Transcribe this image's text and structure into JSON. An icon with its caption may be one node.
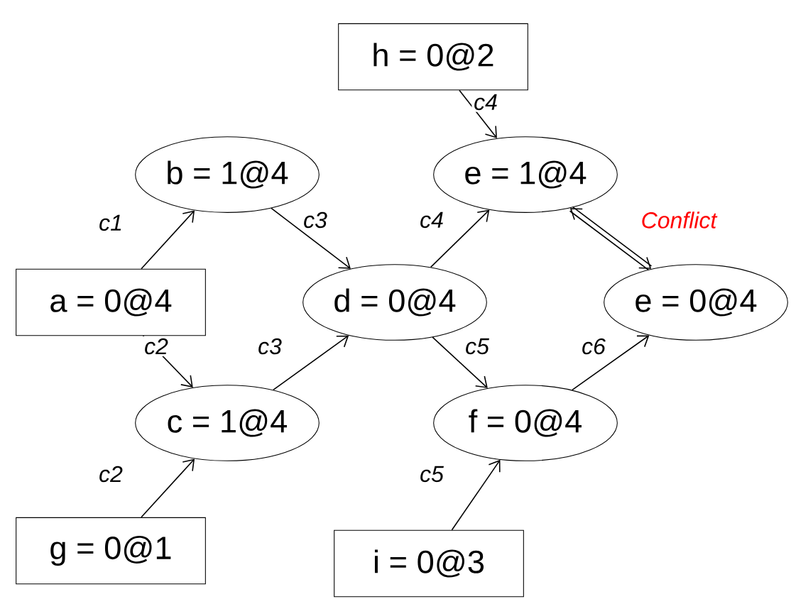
{
  "diagram": {
    "nodes": [
      {
        "text": [
          "h = 0@2"
        ]
      },
      {
        "text": [
          "b = 1@4"
        ]
      },
      {
        "text": [
          "e = 1@4"
        ]
      },
      {
        "text": [
          "a = 0@4"
        ]
      },
      {
        "text": [
          "d = 0@4"
        ]
      },
      {
        "text": [
          "e = 0@4"
        ]
      },
      {
        "text": [
          "c = 1@4"
        ]
      },
      {
        "text": [
          "f = 0@4"
        ]
      },
      {
        "text": [
          "g = 0@1"
        ]
      },
      {
        "text": [
          "i = 0@3"
        ]
      }
    ],
    "edges": [
      {
        "from": 0,
        "to": 2,
        "arrow": "to",
        "label": "c4"
      },
      {
        "from": 3,
        "to": 1,
        "arrow": "to",
        "label": "c1"
      },
      {
        "from": 1,
        "to": 4,
        "arrow": "to",
        "label": "c3"
      },
      {
        "from": 4,
        "to": 2,
        "arrow": "to",
        "label": "c4"
      },
      {
        "from": 2,
        "to": 5,
        "arrow": "both",
        "label": "Conflict",
        "style": "thick"
      },
      {
        "from": 3,
        "to": 6,
        "arrow": "to",
        "label": "c2"
      },
      {
        "from": 6,
        "to": 4,
        "arrow": "to",
        "label": "c3"
      },
      {
        "from": 4,
        "to": 7,
        "arrow": "to",
        "label": "c5"
      },
      {
        "from": 7,
        "to": 5,
        "arrow": "to",
        "label": "c6"
      },
      {
        "from": 8,
        "to": 6,
        "arrow": "to",
        "label": "c2"
      },
      {
        "from": 9,
        "to": 7,
        "arrow": "to",
        "label": "c5"
      }
    ]
  }
}
